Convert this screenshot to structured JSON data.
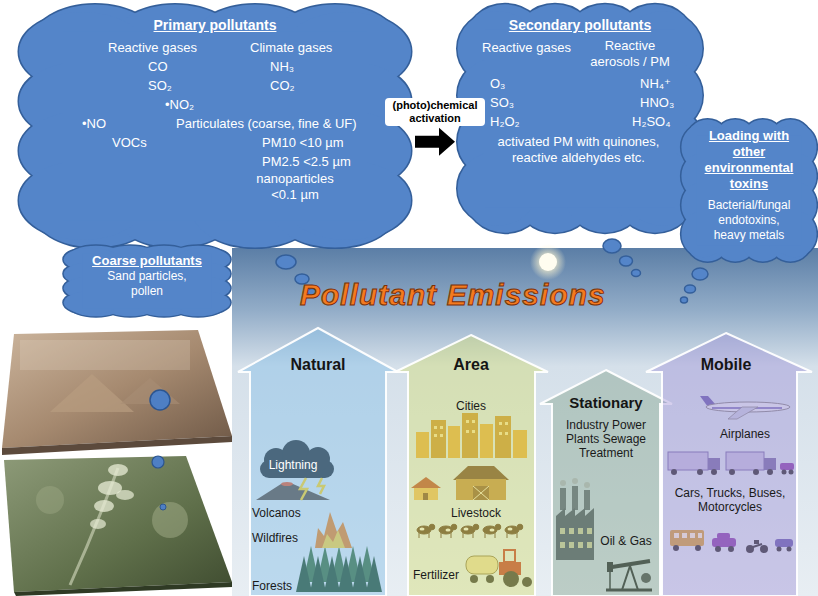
{
  "diagram": {
    "nodes": [
      {
        "text": [
          "Primary pollutants",
          "Reactive gases",
          "Climate gases",
          "CO",
          "NH₃",
          "SO₂",
          "CO₂",
          "•NO₂",
          "•NO",
          "Particulates (coarse, fine & UF)",
          "VOCs",
          "PM10 <10 µm",
          "PM2.5 <2.5 µm",
          "nanoparticles <0.1 µm"
        ]
      },
      {
        "text": [
          "Secondary pollutants",
          "Reactive gases",
          "Reactive aerosols / PM",
          "O₃",
          "NH₄⁺",
          "SO₃",
          "HNO₃",
          "H₂O₂",
          "H₂SO₄",
          "activated PM with quinones, reactive aldehydes etc."
        ]
      },
      {
        "text": [
          "Loading with other environmental toxins",
          "Bacterial/fungal endotoxins, heavy metals"
        ]
      },
      {
        "text": [
          "Coarse pollutants",
          "Sand particles, pollen"
        ]
      },
      {
        "text": [
          "Natural",
          "Lightning",
          "Volcanos",
          "Wildfires",
          "Forests"
        ]
      },
      {
        "text": [
          "Area",
          "Cities",
          "Livestock",
          "Fertilizer"
        ]
      },
      {
        "text": [
          "Stationary",
          "Industry Power Plants Sewage Treatment",
          "Oil & Gas"
        ]
      },
      {
        "text": [
          "Mobile",
          "Airplanes",
          "Cars, Trucks, Buses, Motorcycles"
        ]
      }
    ],
    "edges": [
      {
        "from": 0,
        "to": 1,
        "label": "(photo)chemical activation",
        "arrow": "to"
      }
    ],
    "labels": [
      "Pollutant Emissions"
    ]
  }
}
